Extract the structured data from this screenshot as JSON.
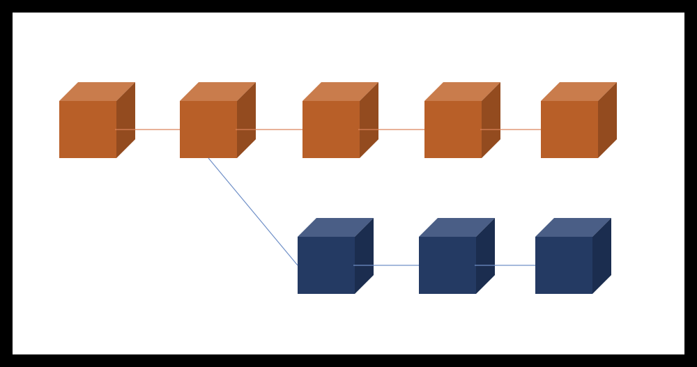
{
  "diagram": {
    "rows": [
      {
        "id": "orange-chain",
        "color": {
          "front": "#b85f28",
          "top": "#c97c4c",
          "side": "#934b1f",
          "connector": "#d9835a"
        },
        "count": 5
      },
      {
        "id": "navy-chain",
        "color": {
          "front": "#243a63",
          "top": "#4a5e86",
          "side": "#1b2d4f",
          "connector": "#6f8fc7"
        },
        "count": 3
      }
    ],
    "branch": {
      "from_row": 0,
      "from_index": 1,
      "to_row": 1,
      "to_index": 0,
      "color": "#6f8fc7"
    }
  }
}
